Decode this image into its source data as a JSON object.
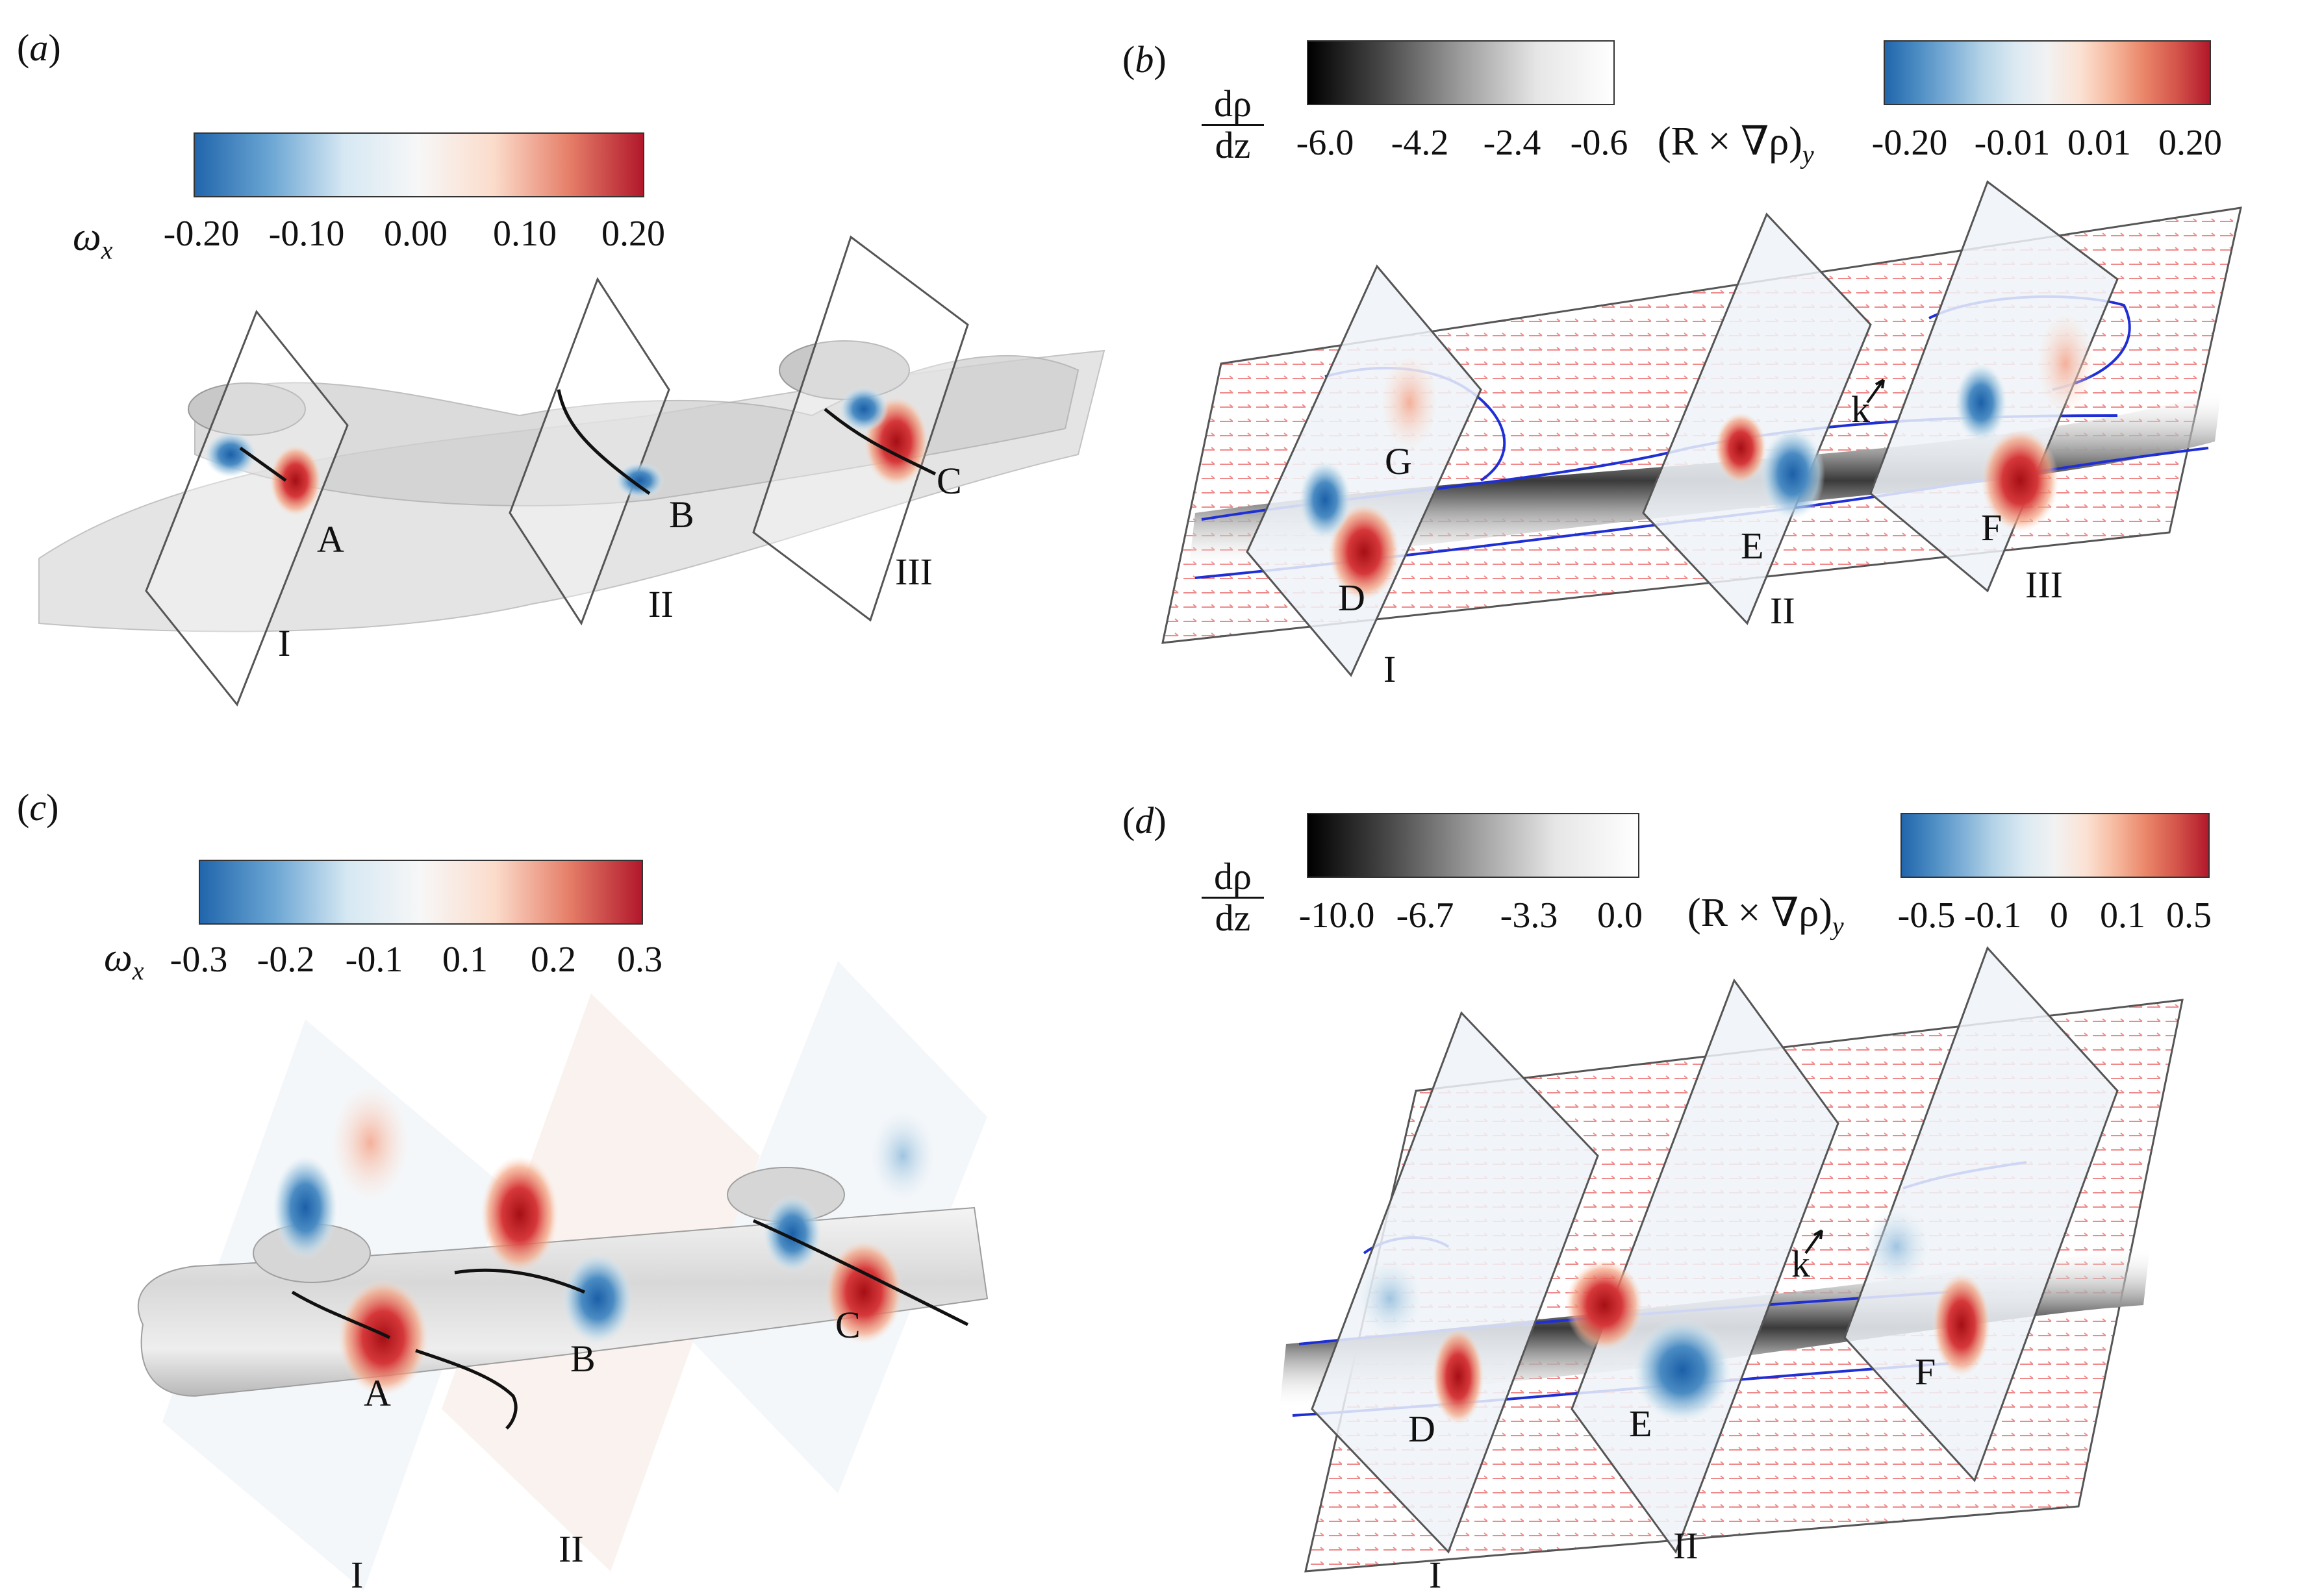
{
  "panels": {
    "a": {
      "label_open": "(",
      "label_letter": "a",
      "label_close": ")",
      "colorbar_var": "ω",
      "colorbar_sub": "x",
      "ticks": [
        "-0.20",
        "-0.10",
        "0.00",
        "0.10",
        "0.20"
      ],
      "points": [
        "A",
        "B",
        "C"
      ],
      "planes": [
        "I",
        "II",
        "III"
      ]
    },
    "b": {
      "label_open": "(",
      "label_letter": "b",
      "label_close": ")",
      "gray_num": "dρ",
      "gray_den": "dz",
      "gray_ticks": [
        "-6.0",
        "-4.2",
        "-2.4",
        "-0.6"
      ],
      "color_expr": "(R × ∇ρ)",
      "color_expr_sub": "y",
      "color_ticks": [
        "-0.20",
        "-0.01",
        "0.01",
        "0.20"
      ],
      "points": [
        "D",
        "E",
        "F",
        "G"
      ],
      "planes": [
        "I",
        "II",
        "III"
      ],
      "wave_label": "k"
    },
    "c": {
      "label_open": "(",
      "label_letter": "c",
      "label_close": ")",
      "colorbar_var": "ω",
      "colorbar_sub": "x",
      "ticks": [
        "-0.3",
        "-0.2",
        "-0.1",
        "0.1",
        "0.2",
        "0.3"
      ],
      "points": [
        "A",
        "B",
        "C"
      ],
      "planes": [
        "I",
        "II"
      ]
    },
    "d": {
      "label_open": "(",
      "label_letter": "d",
      "label_close": ")",
      "gray_num": "dρ",
      "gray_den": "dz",
      "gray_ticks": [
        "-10.0",
        "-6.7",
        "-3.3",
        "0.0"
      ],
      "color_expr": "(R × ∇ρ)",
      "color_expr_sub": "y",
      "color_ticks": [
        "-0.5",
        "-0.1",
        "0",
        "0.1",
        "0.5"
      ],
      "points": [
        "D",
        "E",
        "F"
      ],
      "planes": [
        "I",
        "II"
      ],
      "wave_label": "k"
    }
  },
  "colors": {
    "blue": "#2b6cb0",
    "red": "#c0262d",
    "isosurface": "#d9d9d9",
    "contour_line": "#1f2fd6",
    "vector": "#f08a8a"
  }
}
